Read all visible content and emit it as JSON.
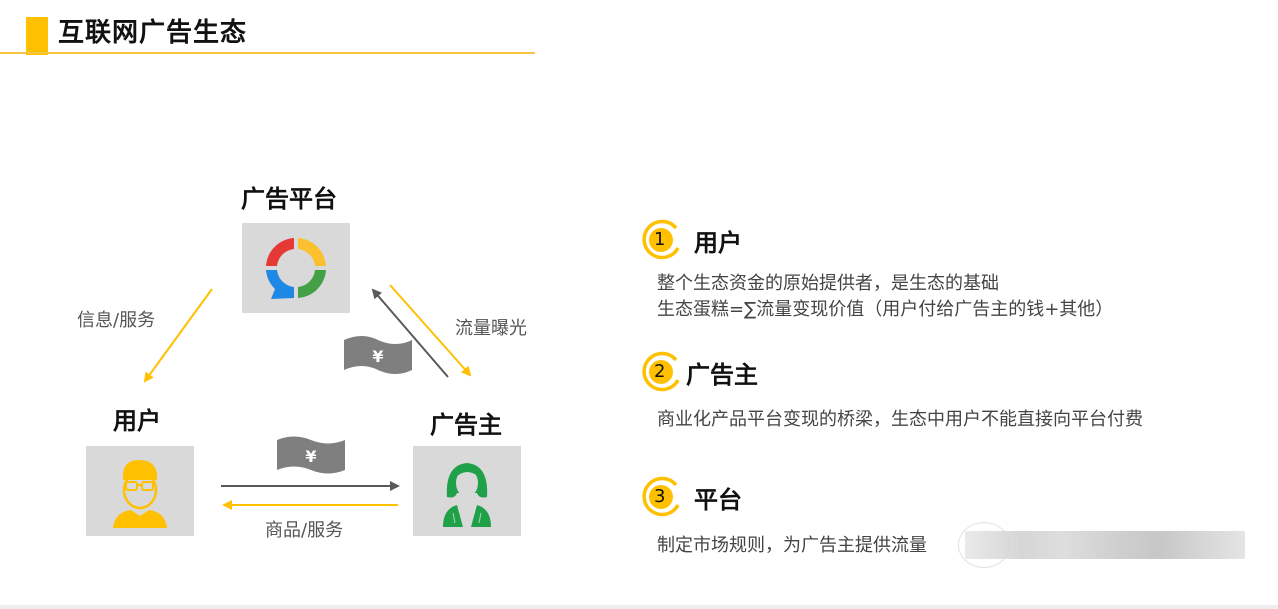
{
  "page": {
    "title": "互联网广告生态",
    "accent_color": "#ffc000"
  },
  "diagram": {
    "nodes": {
      "platform": {
        "label": "广告平台",
        "icon": "colorful-ring-chat-icon"
      },
      "user": {
        "label": "用户",
        "icon": "user-with-glasses-icon"
      },
      "advertiser": {
        "label": "广告主",
        "icon": "woman-avatar-icon"
      }
    },
    "edges": {
      "platform_to_user": "信息/服务",
      "platform_advertiser": "流量曝光",
      "user_advertiser_bottom": "商品/服务",
      "money_symbol": "¥"
    },
    "colors": {
      "box_bg": "#d9d9d9",
      "yellow_arrow": "#ffc000",
      "gray_arrow": "#595959",
      "money_flag": "#7f7f7f",
      "ring_red": "#e53935",
      "ring_yellow": "#fbc02d",
      "ring_blue": "#1e88e5",
      "ring_green": "#43a047",
      "user_icon": "#ffc000",
      "advertiser_icon": "#21a04a"
    }
  },
  "items": [
    {
      "number": "1",
      "title": "用户",
      "lines": [
        "整个生态资金的原始提供者，是生态的基础",
        "生态蛋糕=∑流量变现价值（用户付给广告主的钱+其他）"
      ]
    },
    {
      "number": "2",
      "title": "广告主",
      "lines": [
        "商业化产品平台变现的桥梁，生态中用户不能直接向平台付费"
      ]
    },
    {
      "number": "3",
      "title": "平台",
      "lines": [
        "制定市场规则，为广告主提供流量"
      ]
    }
  ]
}
